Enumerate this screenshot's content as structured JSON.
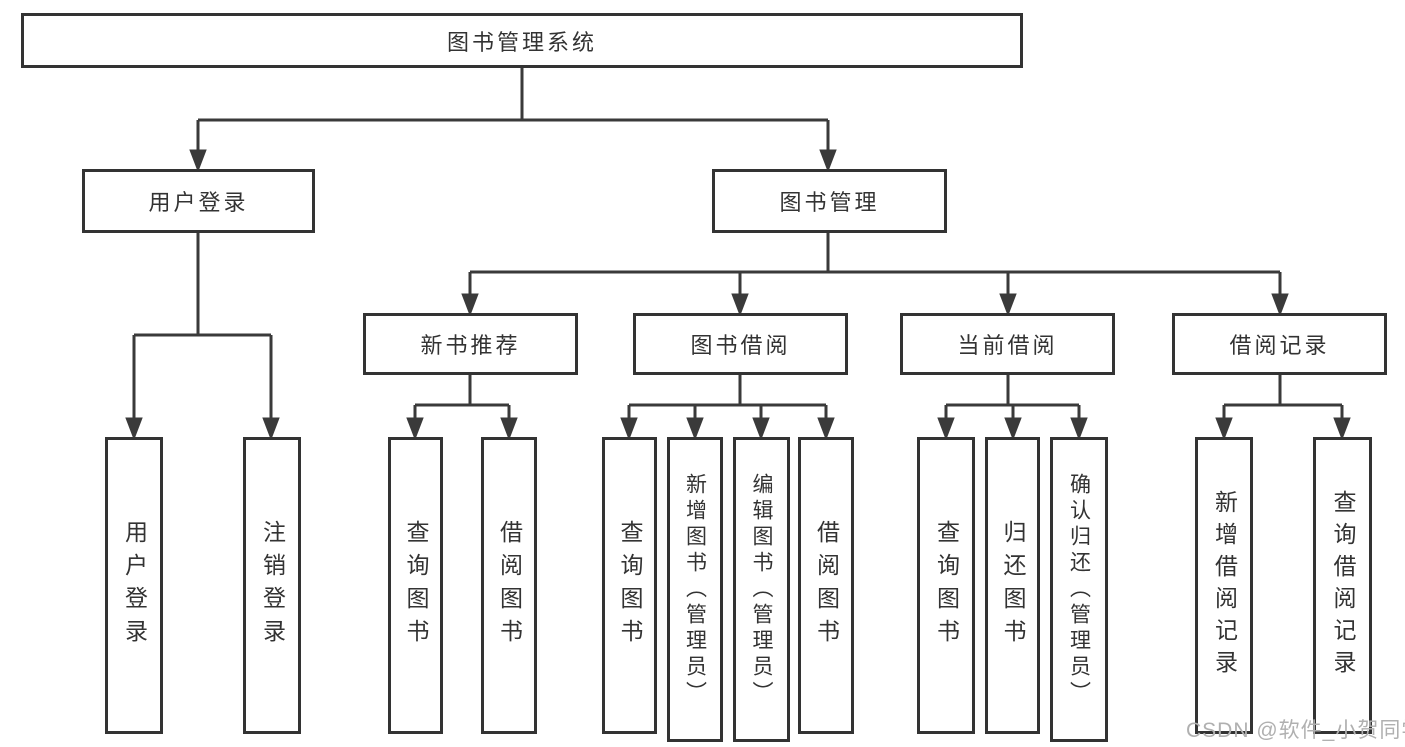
{
  "diagram": {
    "type": "tree",
    "root": {
      "label": "图书管理系统",
      "children": [
        {
          "label": "用户登录",
          "children": [
            {
              "label": "用户登录"
            },
            {
              "label": "注销登录"
            }
          ]
        },
        {
          "label": "图书管理",
          "children": [
            {
              "label": "新书推荐",
              "children": [
                {
                  "label": "查询图书"
                },
                {
                  "label": "借阅图书"
                }
              ]
            },
            {
              "label": "图书借阅",
              "children": [
                {
                  "label": "查询图书"
                },
                {
                  "label": "新增图书（管理员）"
                },
                {
                  "label": "编辑图书（管理员）"
                },
                {
                  "label": "借阅图书"
                }
              ]
            },
            {
              "label": "当前借阅",
              "children": [
                {
                  "label": "查询图书"
                },
                {
                  "label": "归还图书"
                },
                {
                  "label": "确认归还（管理员）"
                }
              ]
            },
            {
              "label": "借阅记录",
              "children": [
                {
                  "label": "新增借阅记录"
                },
                {
                  "label": "查询借阅记录"
                }
              ]
            }
          ]
        }
      ]
    }
  },
  "watermark": {
    "text": "CSDN @软件_小贺同学",
    "color": "#b0b0b0"
  },
  "colors": {
    "background": "#ffffff",
    "line": "#3a3a3a",
    "box_border": "#333333",
    "text": "#333333"
  }
}
